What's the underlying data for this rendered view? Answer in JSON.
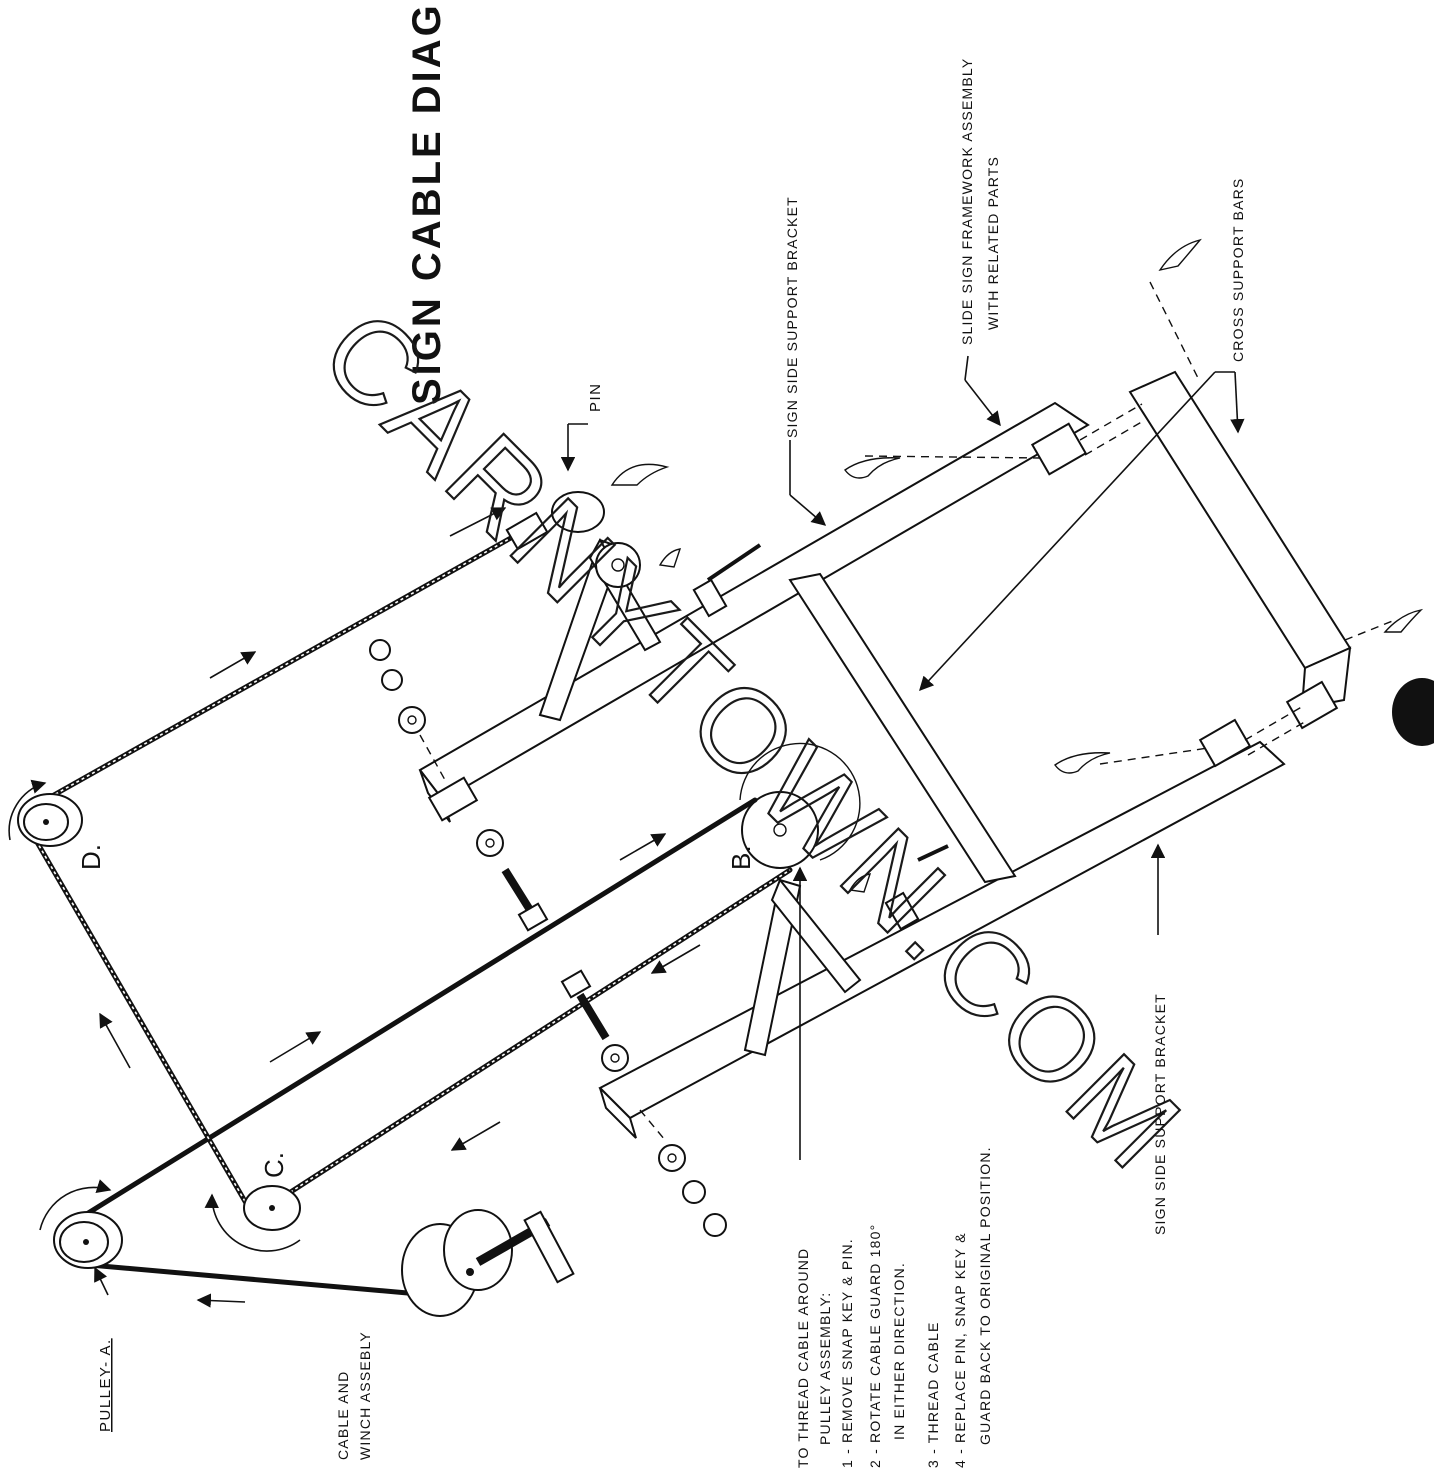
{
  "title": "SIGN CABLE DIAGRA",
  "watermark": "CARNYTOWN.COM",
  "pulleys": {
    "a": "PULLEY- A.",
    "b": "B.",
    "c": "C.",
    "d": "D."
  },
  "labels": {
    "pin": "PIN",
    "sign_side_support_bracket_top": "SIGN SIDE SUPPORT BRACKET",
    "slide_sign_line1": "SLIDE SIGN FRAMEWORK ASSEMBLY",
    "slide_sign_line2": "WITH RELATED PARTS",
    "cross_support_bars": "CROSS SUPPORT BARS",
    "sign_side_support_bracket_bottom": "SIGN SIDE SUPPORT BRACKET",
    "cable_winch_line1": "CABLE AND",
    "cable_winch_line2": "WINCH ASSEBLY"
  },
  "instructions": [
    "TO THREAD CABLE AROUND",
    "PULLEY ASSEMBLY:",
    "1 - REMOVE SNAP KEY & PIN.",
    "2 - ROTATE CABLE GUARD 180°",
    "IN EITHER DIRECTION.",
    "3 - THREAD CABLE",
    "4 - REPLACE PIN, SNAP KEY &",
    "GUARD BACK TO ORIGINAL POSITION."
  ],
  "colors": {
    "ink": "#111111",
    "paper": "#ffffff"
  }
}
